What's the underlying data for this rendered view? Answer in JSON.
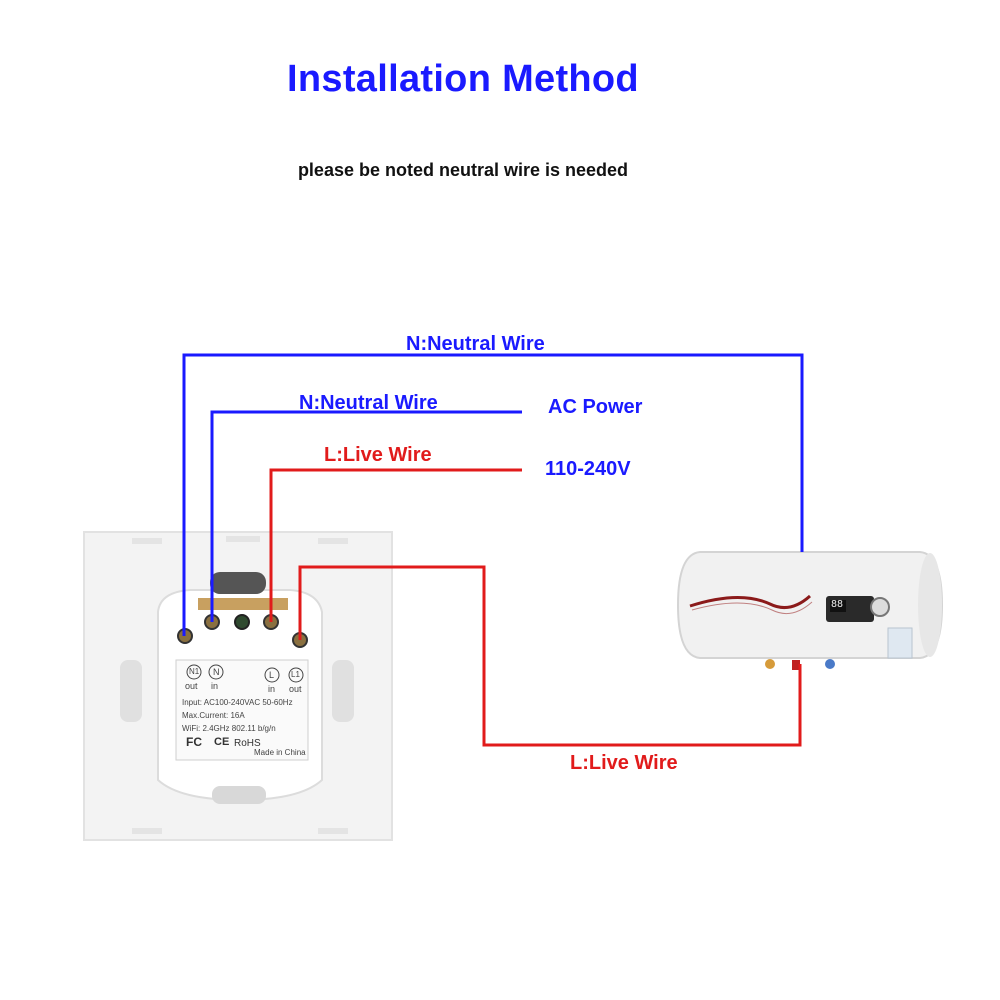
{
  "title": "Installation Method",
  "subtitle": "please be noted neutral wire is needed",
  "labels": {
    "neutral_top": "N:Neutral Wire",
    "neutral_mid": "N:Neutral Wire",
    "live_mid": "L:Live Wire",
    "live_bottom": "L:Live Wire",
    "ac_power": "AC Power",
    "voltage": "110-240V"
  },
  "module": {
    "terminal_n1": "N1",
    "terminal_n1_dir": "out",
    "terminal_n": "N",
    "terminal_n_dir": "in",
    "terminal_l": "L",
    "terminal_l_dir": "in",
    "terminal_l1": "L1",
    "terminal_l1_dir": "out",
    "spec_input": "Input: AC100-240VAC 50-60Hz",
    "spec_current": "Max.Current: 16A",
    "spec_wifi": "WiFi: 2.4GHz 802.11 b/g/n",
    "mark_fc": "FC",
    "mark_ce": "CE",
    "mark_rohs": "RoHS",
    "made_in": "Made in China"
  },
  "heater": {
    "display": "88"
  },
  "colors": {
    "neutral": "#1a1aff",
    "live": "#e11b1b"
  }
}
